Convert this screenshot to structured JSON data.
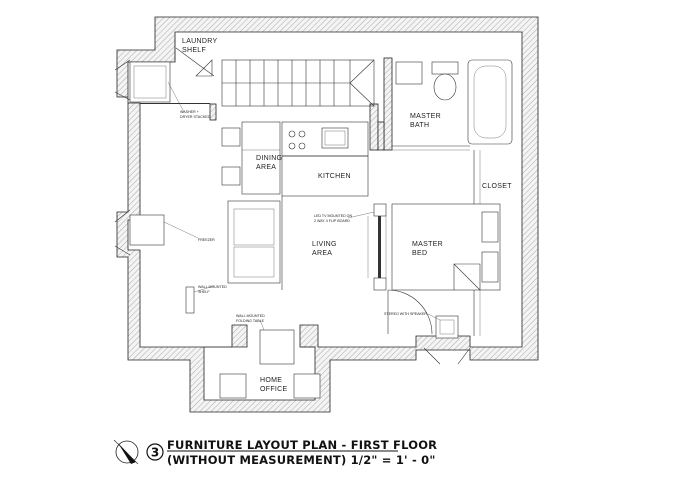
{
  "rooms": {
    "laundry": "LAUNDRY\nSHELF",
    "dining": "DINING\nAREA",
    "kitchen": "KITCHEN",
    "master_bath": "MASTER\nBATH",
    "closet": "CLOSET",
    "living": "LIVING\nAREA",
    "master_bed": "MASTER\nBED",
    "home_office": "HOME\nOFFICE"
  },
  "notes": {
    "washer": "WASHER +\nDRYER STACKED",
    "freezer": "FREEZER",
    "wall_shelf": "WALL MOUNTED\nSHELF",
    "folding_table": "WALL MOUNTED\nFOLDING TABLE",
    "led_tv": "LED TV MOUNTED ON\n2 WAY 4 FLIP BOARD",
    "speaker": "STEREO WITH SPEAKER"
  },
  "title_block": {
    "number": "3",
    "line1": "FURNITURE LAYOUT PLAN - FIRST FLOOR",
    "line2": "(WITHOUT MEASUREMENT) 1/2\" = 1' - 0\""
  },
  "colors": {
    "lines": "#333333",
    "hatch": "#888888",
    "background": "#ffffff"
  }
}
